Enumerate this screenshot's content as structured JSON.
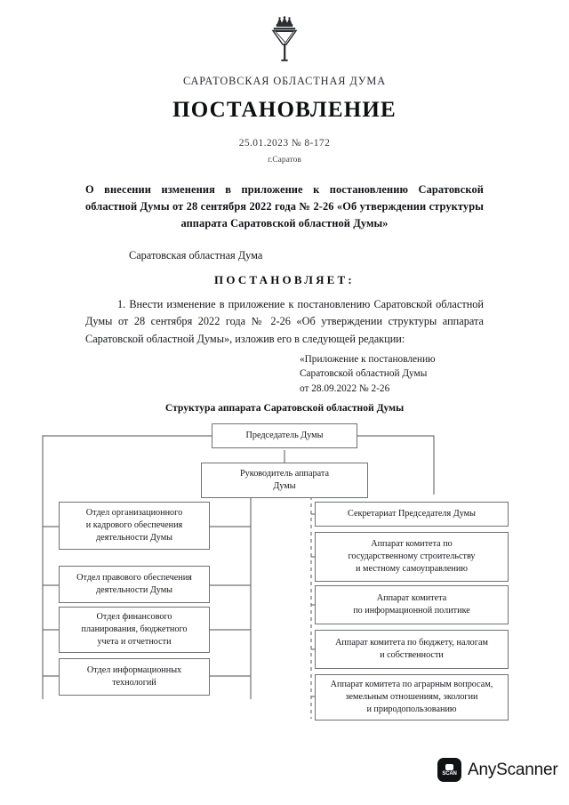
{
  "header": {
    "emblem_icon": "coat-of-arms-icon",
    "organization": "Саратовская областная дума",
    "document_type": "ПОСТАНОВЛЕНИЕ",
    "registration": "25.01.2023 № 8-172",
    "city": "г.Саратов"
  },
  "title": "О внесении изменения в приложение к постановлению Саратовской областной Думы от 28 сентября 2022 года № 2-26 «Об утверждении структуры аппарата Саратовской областной Думы»",
  "body": {
    "subject": "Саратовская областная Дума",
    "verb": "ПОСТАНОВЛЯЕТ:",
    "paragraph_1": "1. Внести изменение в приложение к постановлению Саратовской областной Думы от 28 сентября 2022 года № 2-26 «Об утверждении структуры аппарата Саратовской областной Думы», изложив его в следующей редакции:"
  },
  "appendix": {
    "line_1": "«Приложение к постановлению",
    "line_2": "Саратовской областной Думы",
    "line_3": "от 28.09.2022 № 2-26"
  },
  "chart_data": {
    "type": "diagram",
    "title": "Структура аппарата Саратовской областной Думы",
    "nodes": {
      "chairman": "Председатель Думы",
      "head_of_staff": "Руководитель аппарата\nДумы",
      "left_1": "Отдел организационного\nи кадрового обеспечения\nдеятельности Думы",
      "left_2": "Отдел правового обеспечения\nдеятельности Думы",
      "left_3": "Отдел финансового\nпланирования, бюджетного\nучета и отчетности",
      "left_4": "Отдел информационных\nтехнологий",
      "right_1": "Секретариат Председателя Думы",
      "right_2": "Аппарат комитета по\nгосударственному строительству\nи местному самоуправлению",
      "right_3": "Аппарат комитета\nпо информационной политике",
      "right_4": "Аппарат комитета по бюджету, налогам\nи собственности",
      "right_5": "Аппарат комитета по аграрным вопросам,\nземельным отношениям, экологии\nи природопользованию"
    },
    "line_color": "#6f7176",
    "box_border_color": "#6f7176"
  },
  "watermark": {
    "badge_label": "SCAN",
    "app_name": "AnyScanner",
    "icon": "anyscanner-logo-icon"
  }
}
